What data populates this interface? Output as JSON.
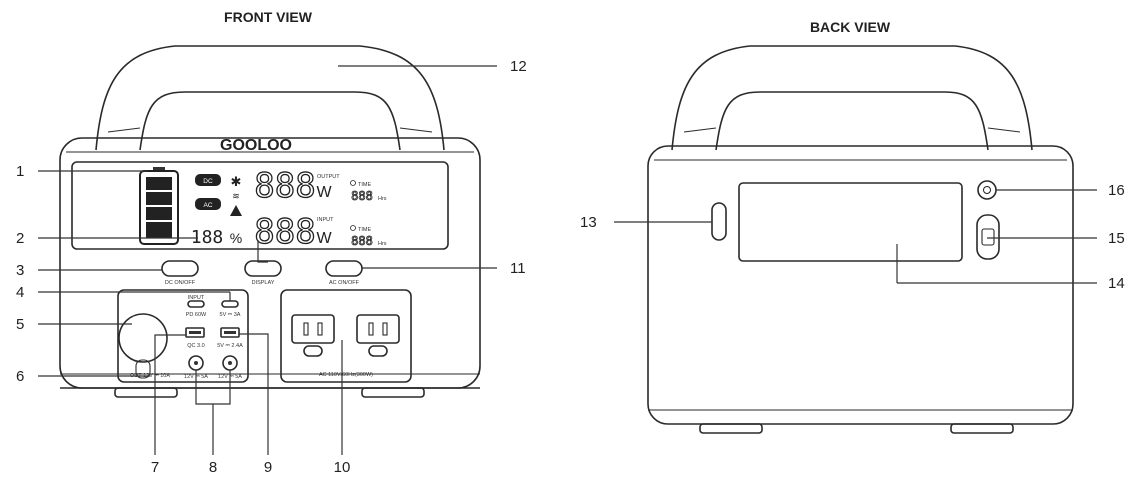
{
  "views": {
    "front": "FRONT VIEW",
    "back": "BACK VIEW"
  },
  "brand": "GOOLOO",
  "display": {
    "dc": "DC",
    "ac": "AC",
    "output_label": "OUTPUT",
    "input_label": "INPUT",
    "time_label": "TIME",
    "hrs_label": "Hrs",
    "watt_digits": "888",
    "watt_unit": "W",
    "time_digits": "888",
    "percent_digits": "188",
    "percent_unit": "%"
  },
  "buttons": {
    "dc": "DC ON/OFF",
    "display": "DISPLAY",
    "ac": "AC ON/OFF"
  },
  "ports": {
    "input": "INPUT",
    "pd": "PD 60W",
    "typec": "5V ⎓ 3A",
    "qc": "QC 3.0",
    "usb": "5V ⎓ 2.4A",
    "dc1": "12V ⎓ 5A",
    "dc2": "12V ⎓ 5A",
    "car": "OUT 12V ⎓ 10A",
    "ac": "AC 110V/60Hz(300W)"
  },
  "callouts": [
    "1",
    "2",
    "3",
    "4",
    "5",
    "6",
    "7",
    "8",
    "9",
    "10",
    "11",
    "12",
    "13",
    "14",
    "15",
    "16"
  ]
}
